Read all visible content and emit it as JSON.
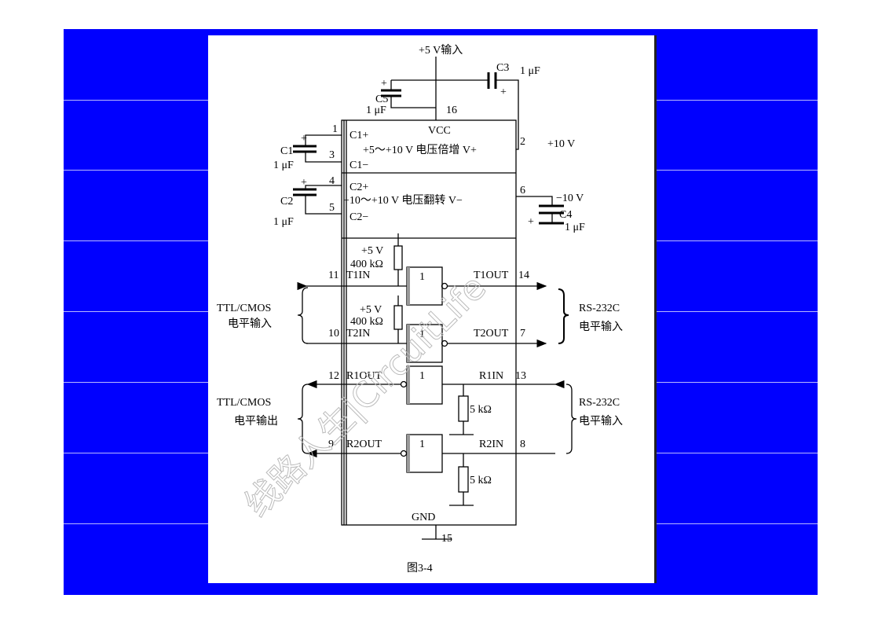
{
  "figure": {
    "caption": "图3-4",
    "watermark": "线路人生|CircuitLife",
    "supply_input": "+5 V输入",
    "pin_vcc": "16",
    "vcc_label": "VCC",
    "c3": {
      "name": "C3",
      "value": "1 μF"
    },
    "c5": {
      "name": "C5",
      "value": "1 μF"
    },
    "c1": {
      "name": "C1",
      "value": "1 μF",
      "pin_plus": "1",
      "pin_minus": "3",
      "label_plus": "C1+",
      "label_minus": "C1−"
    },
    "c2": {
      "name": "C2",
      "value": "1 μF",
      "pin_plus": "4",
      "pin_minus": "5",
      "label_plus": "C2+",
      "label_minus": "C2−"
    },
    "c4": {
      "name": "C4",
      "value": "1 μF"
    },
    "doubler": {
      "text": "+5～+10 V 电压倍增 V+",
      "pin": "2",
      "output": "+10 V"
    },
    "inverter": {
      "text": "−10～+10 V 电压翻转 V−",
      "pin": "6",
      "output": "−10 V"
    },
    "pullup": {
      "voltage": "+5 V",
      "resistance": "400 kΩ"
    },
    "pulldown": "5 kΩ",
    "t1": {
      "in_pin": "11",
      "in": "T1IN",
      "out": "T1OUT",
      "out_pin": "14"
    },
    "t2": {
      "in_pin": "10",
      "in": "T2IN",
      "out": "T2OUT",
      "out_pin": "7"
    },
    "r1": {
      "out_pin": "12",
      "out": "R1OUT",
      "in": "R1IN",
      "in_pin": "13"
    },
    "r2": {
      "out_pin": "9",
      "out": "R2OUT",
      "in": "R2IN",
      "in_pin": "8"
    },
    "ttl_in": {
      "line1": "TTL/CMOS",
      "line2": "电平输入"
    },
    "ttl_out": {
      "line1": "TTL/CMOS",
      "line2": "电平输出"
    },
    "rs232_upper": {
      "line1": "RS-232C",
      "line2": "电平输入"
    },
    "rs232_lower": {
      "line1": "RS-232C",
      "line2": "电平输入"
    },
    "gnd": "GND",
    "pin_gnd": "15"
  }
}
